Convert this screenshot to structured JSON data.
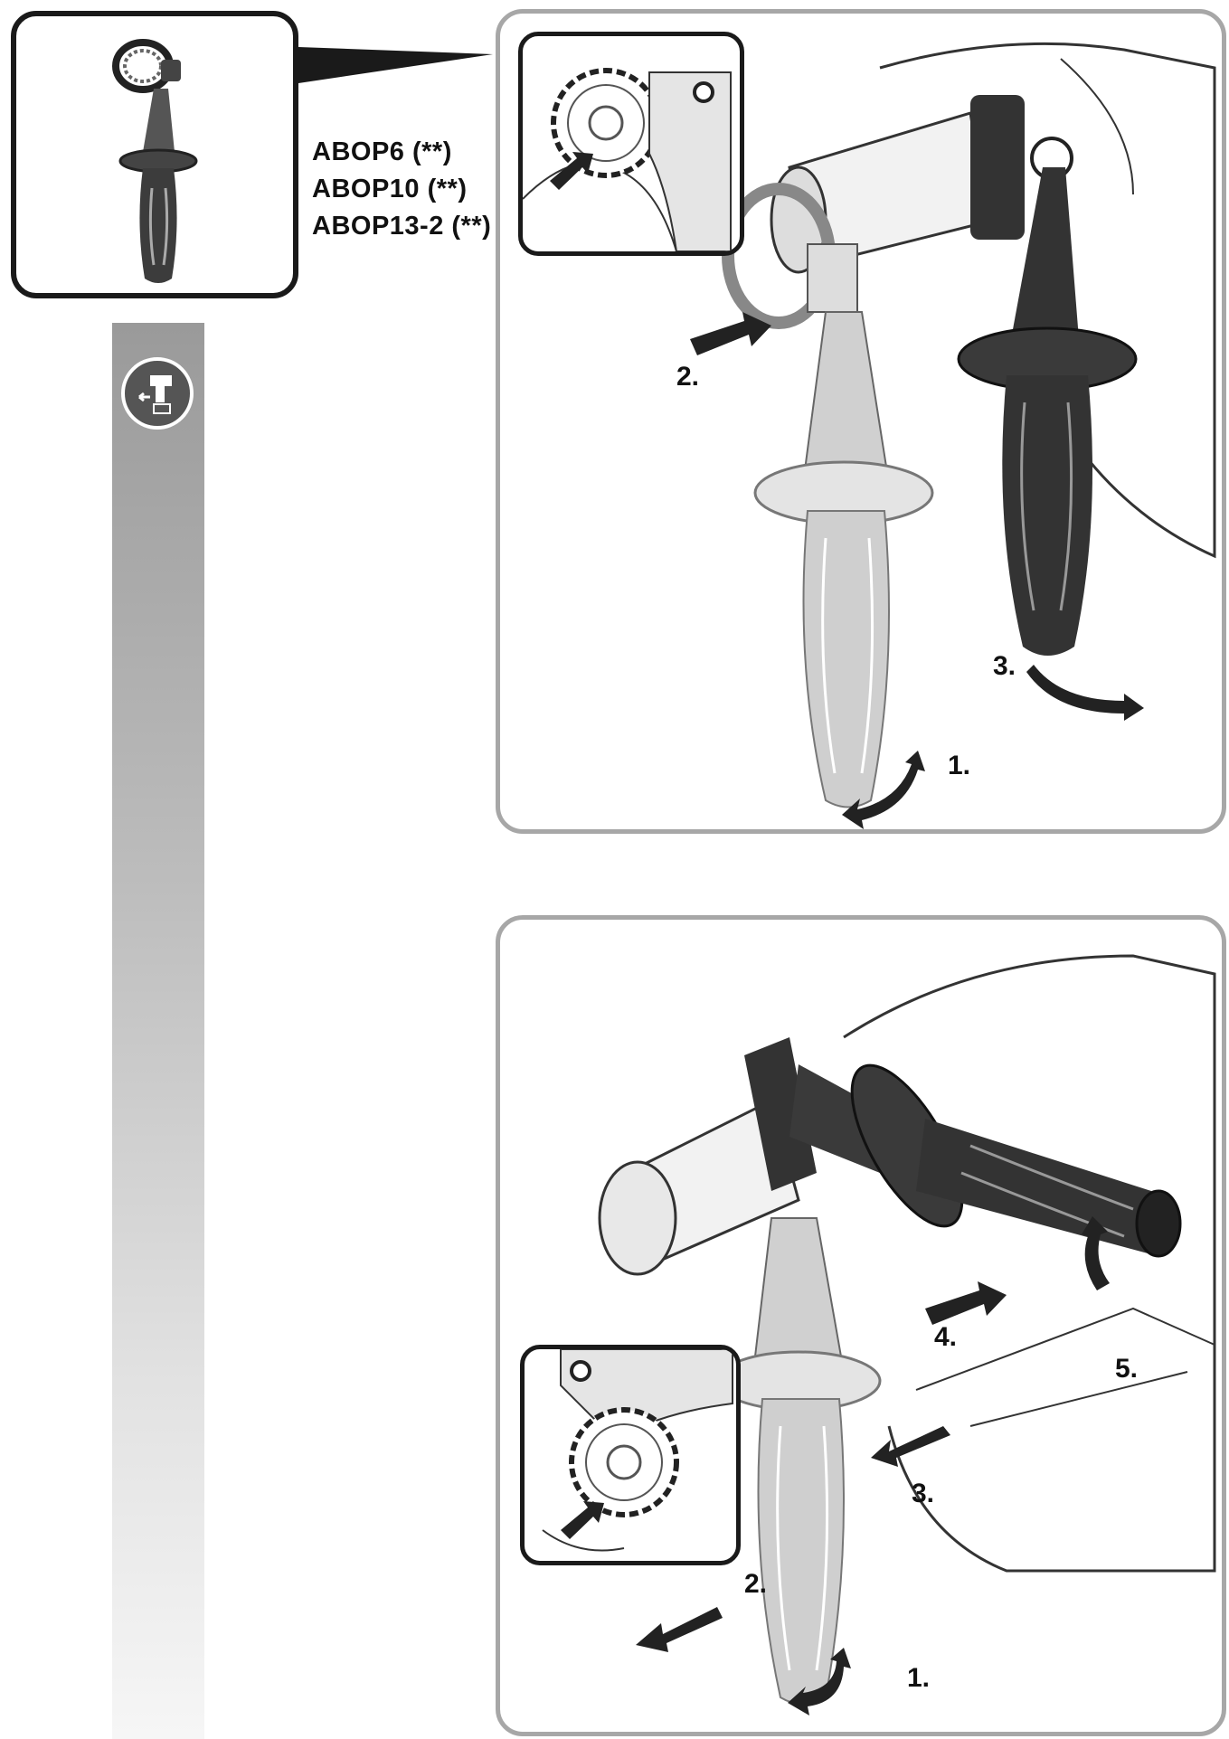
{
  "models": [
    "ABOP6 (**)",
    "ABOP10 (**)",
    "ABOP13-2 (**)"
  ],
  "top_panel": {
    "steps": [
      {
        "label": "1."
      },
      {
        "label": "2."
      },
      {
        "label": "3."
      }
    ]
  },
  "bottom_panel": {
    "steps": [
      {
        "label": "1."
      },
      {
        "label": "2."
      },
      {
        "label": "3."
      },
      {
        "label": "4."
      },
      {
        "label": "5."
      }
    ]
  },
  "icons": {
    "sidebar": "battery-removal-icon"
  }
}
